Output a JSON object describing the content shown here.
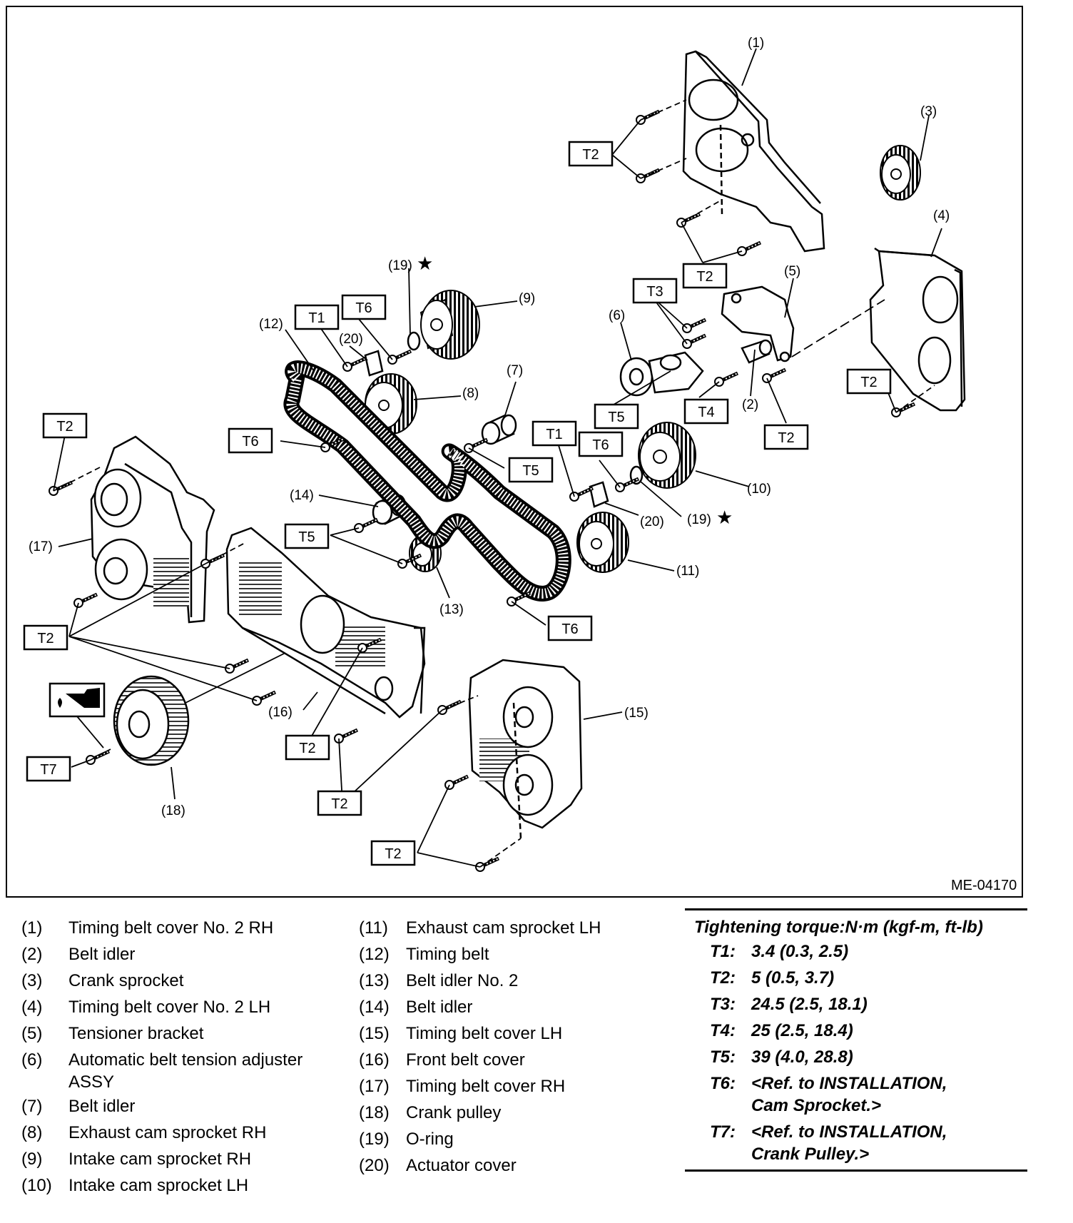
{
  "figure_code": "ME-04170",
  "callouts": {
    "c1": "(1)",
    "c2": "(2)",
    "c3": "(3)",
    "c4": "(4)",
    "c5": "(5)",
    "c6": "(6)",
    "c7": "(7)",
    "c8": "(8)",
    "c9": "(9)",
    "c10": "(10)",
    "c11": "(11)",
    "c12": "(12)",
    "c13": "(13)",
    "c14": "(14)",
    "c15": "(15)",
    "c16": "(16)",
    "c17": "(17)",
    "c18": "(18)",
    "c19a": "(19)",
    "c19b": "(19)",
    "c20a": "(20)",
    "c20b": "(20)"
  },
  "star_mark": "★",
  "torque_tags": {
    "t1": "T1",
    "t2": "T2",
    "t3": "T3",
    "t4": "T4",
    "t5": "T5",
    "t6": "T6",
    "t7": "T7"
  },
  "legend": [
    {
      "num": "(1)",
      "name": "Timing belt cover No. 2 RH"
    },
    {
      "num": "(2)",
      "name": "Belt idler"
    },
    {
      "num": "(3)",
      "name": "Crank sprocket"
    },
    {
      "num": "(4)",
      "name": "Timing belt cover No. 2 LH"
    },
    {
      "num": "(5)",
      "name": "Tensioner bracket"
    },
    {
      "num": "(6)",
      "name": "Automatic belt tension adjuster ASSY"
    },
    {
      "num": "(7)",
      "name": "Belt idler"
    },
    {
      "num": "(8)",
      "name": "Exhaust cam sprocket RH"
    },
    {
      "num": "(9)",
      "name": "Intake cam sprocket RH"
    },
    {
      "num": "(10)",
      "name": "Intake cam sprocket LH"
    },
    {
      "num": "(11)",
      "name": "Exhaust cam sprocket LH"
    },
    {
      "num": "(12)",
      "name": "Timing belt"
    },
    {
      "num": "(13)",
      "name": "Belt idler No. 2"
    },
    {
      "num": "(14)",
      "name": "Belt idler"
    },
    {
      "num": "(15)",
      "name": "Timing belt cover LH"
    },
    {
      "num": "(16)",
      "name": "Front belt cover"
    },
    {
      "num": "(17)",
      "name": "Timing belt cover RH"
    },
    {
      "num": "(18)",
      "name": "Crank pulley"
    },
    {
      "num": "(19)",
      "name": "O-ring"
    },
    {
      "num": "(20)",
      "name": "Actuator cover"
    }
  ],
  "torque": {
    "title": "Tightening torque:N·m (kgf-m, ft-lb)",
    "rows": [
      {
        "code": "T1:",
        "value": "3.4 (0.3, 2.5)"
      },
      {
        "code": "T2:",
        "value": "5 (0.5, 3.7)"
      },
      {
        "code": "T3:",
        "value": "24.5 (2.5, 18.1)"
      },
      {
        "code": "T4:",
        "value": "25 (2.5, 18.4)"
      },
      {
        "code": "T5:",
        "value": "39 (4.0, 28.8)"
      },
      {
        "code": "T6:",
        "value": "<Ref. to INSTALLATION, Cam Sprocket.>"
      },
      {
        "code": "T7:",
        "value": "<Ref. to INSTALLATION, Crank Pulley.>"
      }
    ]
  }
}
